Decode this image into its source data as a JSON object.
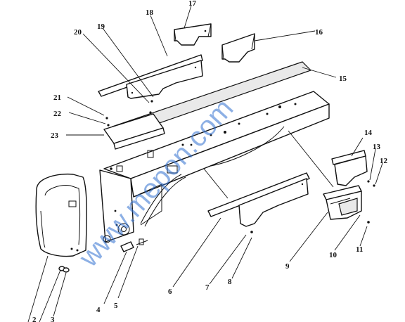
{
  "diagram": {
    "callouts": {
      "c2": "2",
      "c3": "3",
      "c4": "4",
      "c5": "5",
      "c6": "6",
      "c7": "7",
      "c8": "8",
      "c9": "9",
      "c10": "10",
      "c11": "11",
      "c12": "12",
      "c13": "13",
      "c14": "14",
      "c15": "15",
      "c16": "16",
      "c17": "17",
      "c18": "18",
      "c19": "19",
      "c20": "20",
      "c21": "21",
      "c22": "22",
      "c23": "23"
    },
    "watermark": "www.mepon.com"
  }
}
